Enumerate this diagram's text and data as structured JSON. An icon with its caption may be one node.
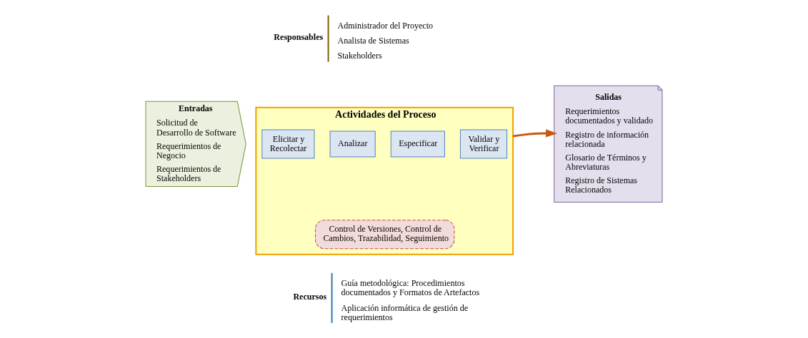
{
  "diagram": {
    "nodes": [
      {
        "text": [
          "Entradas",
          "Solicitud de Desarrollo de Software",
          "Requerimientos de Negocio",
          "Requerimientos de Stakeholders"
        ]
      },
      {
        "text": [
          "Actividades del Proceso"
        ]
      },
      {
        "text": [
          "Elicitar y Recolectar"
        ],
        "in": 1
      },
      {
        "text": [
          "Analizar"
        ],
        "in": 1
      },
      {
        "text": [
          "Especificar"
        ],
        "in": 1
      },
      {
        "text": [
          "Validar y Verificar"
        ],
        "in": 1
      },
      {
        "text": [
          "Control de Versiones, Control de Cambios, Trazabilidad, Seguimiento"
        ],
        "in": 1
      },
      {
        "text": [
          "Salidas",
          "Requerimientos documentados y validado",
          "Registro de información relacionada",
          "Glosario de Términos y Abreviaturas",
          "Registro de Sistemas Relacionados"
        ]
      }
    ],
    "edges": [
      {
        "from": 1,
        "to": 7,
        "arrow": "to"
      }
    ],
    "labels": [
      "Responsables",
      "Administrador del Proyecto",
      "Analista de Sistemas",
      "Stakeholders",
      "Recursos",
      "Guía metodológica: Procedimientos documentados y Formatos de Artefactos",
      "Aplicación informática de gestión de requerimientos"
    ]
  }
}
